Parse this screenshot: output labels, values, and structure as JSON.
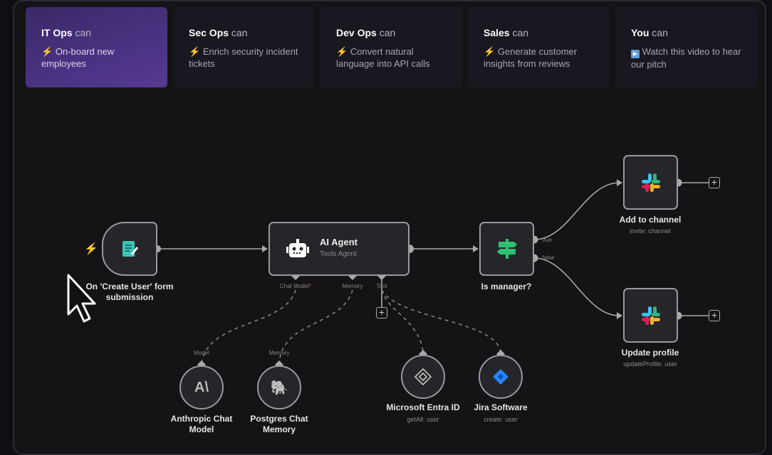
{
  "tabs": [
    {
      "role": "IT Ops",
      "suffix": "can",
      "icon": "bolt-icon",
      "desc": "On-board new employees",
      "active": true
    },
    {
      "role": "Sec Ops",
      "suffix": "can",
      "icon": "bolt-icon",
      "desc": "Enrich security incident tickets"
    },
    {
      "role": "Dev Ops",
      "suffix": "can",
      "icon": "bolt-icon",
      "desc": "Convert natural language into API calls"
    },
    {
      "role": "Sales",
      "suffix": "can",
      "icon": "bolt-icon",
      "desc": "Generate customer insights from reviews"
    },
    {
      "role": "You",
      "suffix": "can",
      "icon": "play-icon",
      "desc": "Watch this video to hear our pitch"
    }
  ],
  "workflow": {
    "trigger": {
      "label": "On 'Create User' form submission"
    },
    "agent": {
      "title": "AI Agent",
      "subtitle": "Tools Agent",
      "ports": [
        "Chat Model",
        "Memory",
        "Tool"
      ]
    },
    "if": {
      "label": "Is manager?",
      "outputs": [
        "true",
        "false"
      ]
    },
    "slack1": {
      "label": "Add to channel",
      "sub": "invite: channel"
    },
    "slack2": {
      "label": "Update profile",
      "sub": "updateProfile: user"
    },
    "model": {
      "port": "Model",
      "label": "Anthropic Chat Model"
    },
    "memory": {
      "port": "Memory",
      "label": "Postgres Chat Memory"
    },
    "entra": {
      "label": "Microsoft Entra ID",
      "sub": "getAll: user"
    },
    "jira": {
      "label": "Jira Software",
      "sub": "create: user"
    },
    "plus": "+"
  },
  "colors": {
    "accent": "#4d3487",
    "if_green": "#2fbf71",
    "trigger_red": "#e0453a"
  }
}
